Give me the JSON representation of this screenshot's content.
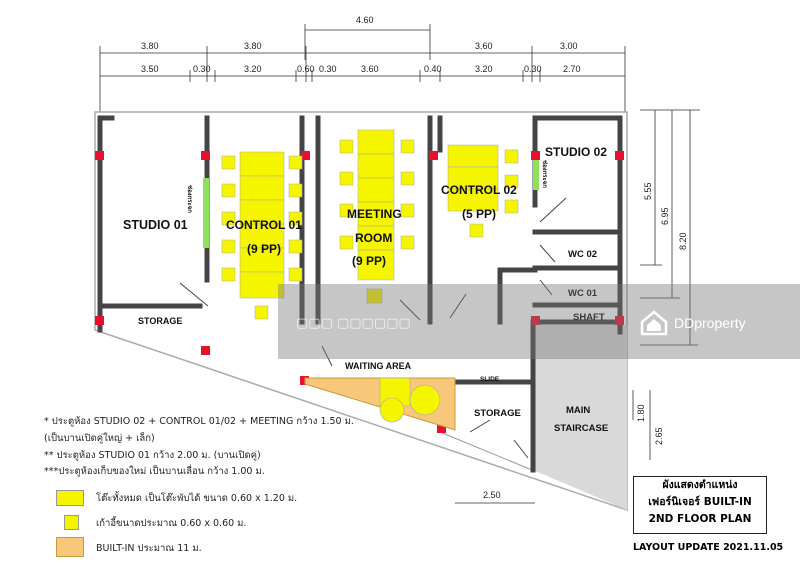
{
  "dimensions": {
    "top_row1": [
      "4.60"
    ],
    "top_row2": [
      "3.80",
      "3.80",
      "3.60",
      "3.00"
    ],
    "top_row3": [
      "3.50",
      "0.30",
      "3.20",
      "0.60",
      "0.30",
      "3.60",
      "0.40",
      "3.20",
      "0.30",
      "2.70"
    ],
    "right": [
      "5.55",
      "6.95",
      "8.20"
    ],
    "right_lower": [
      "1.80",
      "2.65"
    ],
    "bottom": "2.50"
  },
  "rooms": {
    "studio01": "STUDIO 01",
    "control01_a": "CONTROL 01",
    "control01_b": "(9 PP)",
    "meeting_a": "MEETING",
    "meeting_b": "ROOM",
    "meeting_c": "(9 PP)",
    "control02_a": "CONTROL 02",
    "control02_b": "(5 PP)",
    "studio02": "STUDIO 02",
    "wc02": "WC 02",
    "wc01": "WC 01",
    "shaft": "SHAFT",
    "storage_left": "STORAGE",
    "waiting": "WAITING AREA",
    "storage_right": "STORAGE",
    "slide": "SLIDE",
    "staircase_a": "MAIN",
    "staircase_b": "STAIRCASE",
    "window_label": "ช่องกระจก"
  },
  "notes": [
    "*  ประตูห้อง STUDIO 02 + CONTROL 01/02 + MEETING กว้าง 1.50 ม.",
    "(เป็นบานเปิดคู่ใหญ่ + เล็ก)",
    "** ประตูห้อง STUDIO 01 กว้าง 2.00 ม. (บานเปิดคู่)",
    "***ประตูห้องเก็บของใหม่ เป็นบานเลื่อน กว้าง 1.00 ม."
  ],
  "legend": [
    {
      "label": "โต๊ะทั้งหมด เป็นโต๊ะพับได้ ขนาด 0.60 x 1.20 ม.",
      "color": "#f5f500"
    },
    {
      "label": "เก้าอี้ขนาดประมาณ 0.60 x 0.60 ม.",
      "color": "#f5f500"
    },
    {
      "label": "BUILT-IN ประมาณ 11 ม.",
      "color": "#f7c77a"
    }
  ],
  "title_box": [
    "ผังแสดงตำแหน่ง",
    "เฟอร์นิเจอร์ BUILT-IN",
    "2ND FLOOR PLAN"
  ],
  "update": "LAYOUT UPDATE 2021.11.05",
  "watermark": "DDproperty",
  "colors": {
    "furniture": "#f5f500",
    "builtin": "#f7c77a",
    "column": "#e8112d",
    "grey_area": "#d9d9d9",
    "window": "#8fe05a"
  }
}
